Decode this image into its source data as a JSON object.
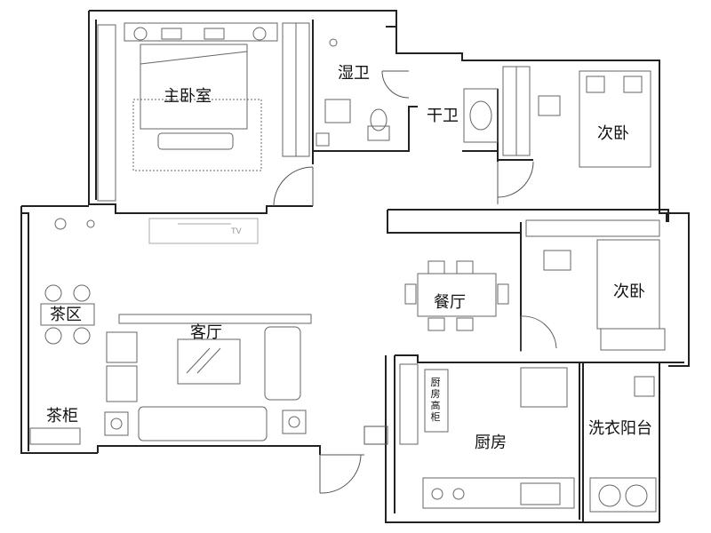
{
  "rooms": {
    "master_bedroom": "主卧室",
    "wet_bath": "湿卫",
    "dry_bath": "干卫",
    "second_bedroom_a": "次卧",
    "second_bedroom_b": "次卧",
    "dining_room": "餐厅",
    "living_room": "客厅",
    "tea_area": "茶区",
    "tea_cabinet": "茶柜",
    "kitchen": "厨房",
    "kitchen_tall_cabinet": "厨房高柜",
    "laundry_balcony": "洗衣阳台"
  },
  "annotations": {
    "tv": "TV"
  },
  "colors": {
    "wall": "#222222",
    "furniture": "#666666",
    "light_line": "#aaaaaa"
  }
}
